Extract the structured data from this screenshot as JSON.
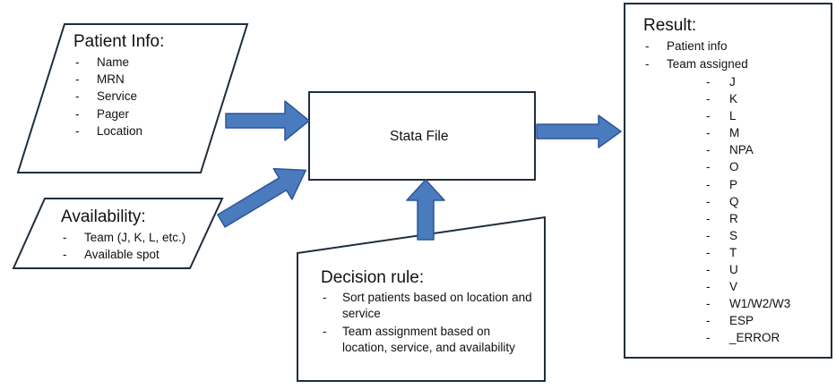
{
  "patient_info": {
    "title": "Patient Info:",
    "items": [
      "Name",
      "MRN",
      "Service",
      "Pager",
      "Location"
    ]
  },
  "availability": {
    "title": "Availability:",
    "items": [
      "Team (J, K, L, etc.)",
      "Available spot"
    ]
  },
  "stata": {
    "label": "Stata File"
  },
  "decision": {
    "title": "Decision rule:",
    "items": [
      "Sort patients based on location and service",
      "Team assignment based on location, service, and availability"
    ]
  },
  "result": {
    "title": "Result:",
    "items": [
      "Patient info",
      "Team assigned"
    ],
    "teams": [
      "J",
      "K",
      "L",
      "M",
      "NPA",
      "O",
      "P",
      "Q",
      "R",
      "S",
      "T",
      "U",
      "V",
      "W1/W2/W3",
      "ESP",
      "_ERROR"
    ]
  },
  "colors": {
    "arrow_fill": "#4a7bbf",
    "arrow_stroke": "#2f5597",
    "shape_stroke": "#1f2d3d"
  }
}
